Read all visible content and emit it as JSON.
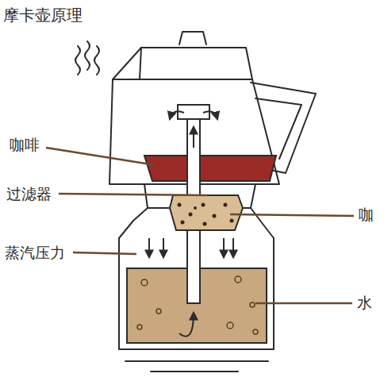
{
  "diagram": {
    "title": "摩卡壶原理",
    "labels": [
      "咖啡",
      "过滤器",
      "蒸汽压力",
      "咖",
      "水"
    ]
  }
}
